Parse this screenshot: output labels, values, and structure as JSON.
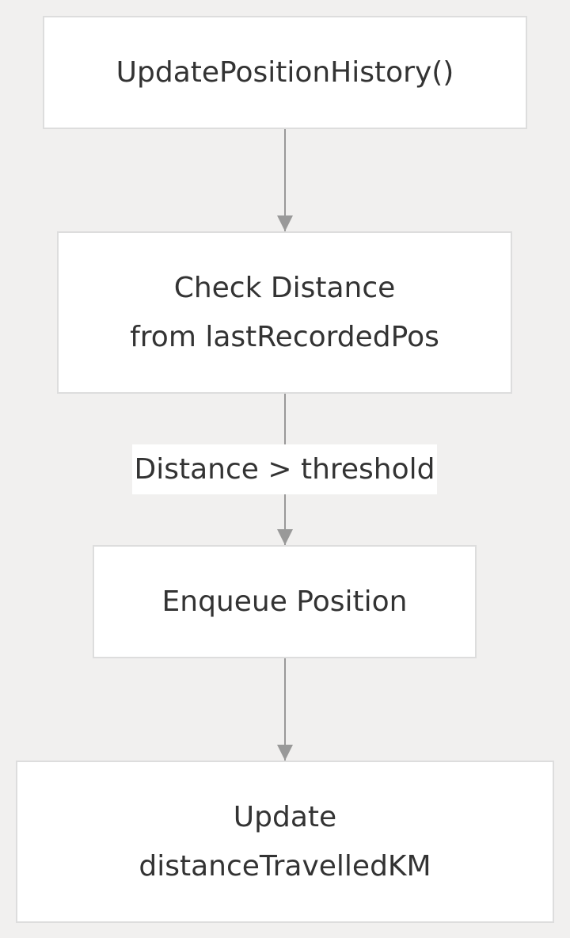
{
  "nodes": [
    {
      "id": "update-position-history",
      "lines": [
        "UpdatePositionHistory()"
      ]
    },
    {
      "id": "check-distance",
      "lines": [
        "Check Distance",
        "from lastRecordedPos"
      ]
    },
    {
      "id": "enqueue-position",
      "lines": [
        "Enqueue Position"
      ]
    },
    {
      "id": "update-distance",
      "lines": [
        "Update",
        "distanceTravelledKM"
      ]
    }
  ],
  "edges": [
    {
      "from": "update-position-history",
      "to": "check-distance",
      "label": ""
    },
    {
      "from": "check-distance",
      "to": "enqueue-position",
      "label": "Distance > threshold"
    },
    {
      "from": "enqueue-position",
      "to": "update-distance",
      "label": ""
    }
  ],
  "colors": {
    "background": "#f1f0ef",
    "node_fill": "#ffffff",
    "node_border": "#dddddd",
    "edge": "#999999",
    "text": "#333333"
  }
}
